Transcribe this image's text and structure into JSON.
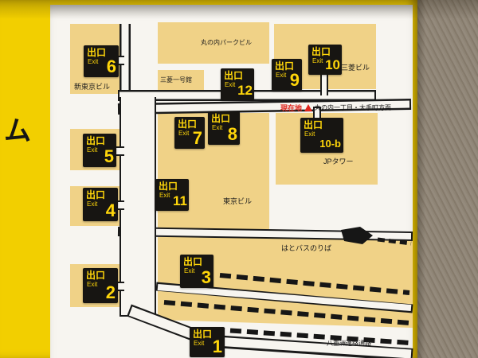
{
  "scene": {
    "side_text": "ム"
  },
  "labels": {
    "exit_cn": "出口",
    "exit_en": "Exit"
  },
  "exits": [
    {
      "id": "exit-6",
      "number": "6"
    },
    {
      "id": "exit-12",
      "number": "12"
    },
    {
      "id": "exit-9",
      "number": "9"
    },
    {
      "id": "exit-10",
      "number": "10"
    },
    {
      "id": "exit-7",
      "number": "7"
    },
    {
      "id": "exit-8",
      "number": "8"
    },
    {
      "id": "exit-5",
      "number": "5"
    },
    {
      "id": "exit-10b",
      "number": "10-b"
    },
    {
      "id": "exit-11",
      "number": "11"
    },
    {
      "id": "exit-4",
      "number": "4"
    },
    {
      "id": "exit-3",
      "number": "3"
    },
    {
      "id": "exit-2",
      "number": "2"
    },
    {
      "id": "exit-1",
      "number": "1"
    }
  ],
  "buildings": [
    {
      "name": "新東京ビル"
    },
    {
      "name": "丸の内パークビル"
    },
    {
      "name": "三菱一号館"
    },
    {
      "name": "三菱ビル"
    },
    {
      "name": "JPタワー"
    },
    {
      "name": "東京ビル"
    },
    {
      "name": "はとバスのりば"
    },
    {
      "name": "八重洲連絡通路"
    }
  ],
  "marker": {
    "current_location": "現在地",
    "direction": "丸の内一丁目・大手町方面"
  },
  "colors": {
    "sign_yellow": "#f2cf00",
    "building_tan": "#f0d287",
    "exit_text_yellow": "#ffd60a",
    "marker_red": "#e0251c",
    "map_white": "#f7f5f0"
  }
}
